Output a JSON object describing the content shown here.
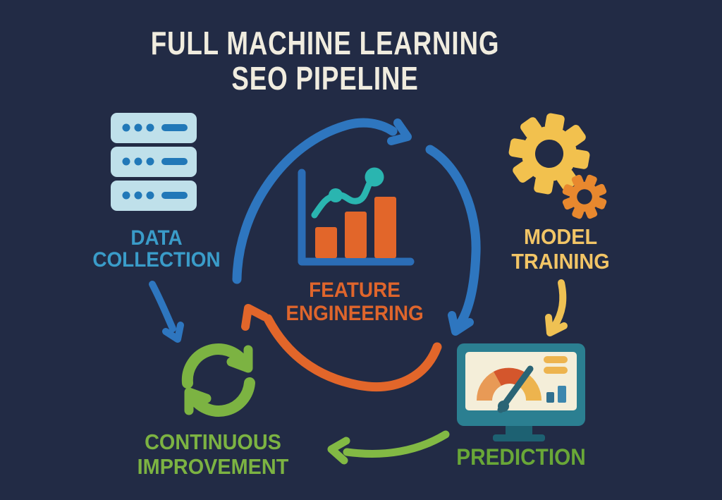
{
  "title": {
    "line1": "FULL MACHINE LEARNING",
    "line2": "SEO PIPELINE"
  },
  "nodes": {
    "data_collection": {
      "line1": "DATA",
      "line2": "COLLECTION",
      "icon": "server-stack-icon",
      "label_color": "#3a9cc9"
    },
    "feature_engineering": {
      "line1": "FEATURE",
      "line2": "ENGINEERING",
      "icon": "bar-chart-trend-icon",
      "label_color": "#df652c"
    },
    "model_training": {
      "line1": "MODEL",
      "line2": "TRAINING",
      "icon": "gears-icon",
      "label_color": "#f2c566"
    },
    "prediction": {
      "line1": "PREDICTION",
      "icon": "gauge-monitor-icon",
      "label_color": "#69a737"
    },
    "continuous_improvement": {
      "line1": "CONTINUOUS",
      "line2": "IMPROVEMENT",
      "icon": "cycle-arrows-icon",
      "label_color": "#7cb342"
    }
  },
  "cycle_sequence": [
    "DATA COLLECTION",
    "FEATURE ENGINEERING",
    "MODEL TRAINING",
    "PREDICTION",
    "CONTINUOUS IMPROVEMENT"
  ],
  "arrows": [
    {
      "name": "central-cycle-arc-top",
      "color": "#2e76bf"
    },
    {
      "name": "central-cycle-arc-right",
      "color": "#2e76bf"
    },
    {
      "name": "central-cycle-arc-bottom",
      "color": "#e2662a"
    },
    {
      "name": "data-collection-to-cycle-arrow",
      "color": "#2e76bf"
    },
    {
      "name": "model-training-to-prediction-arrow",
      "color": "#efc153"
    },
    {
      "name": "prediction-to-continuous-improvement-arrow",
      "color": "#82b944"
    }
  ],
  "colors": {
    "background": "#222b45",
    "title_text": "#f0ecdf",
    "blue_arc": "#2e76bf",
    "orange_arc": "#e2662a",
    "axis_blue": "#2b6db6",
    "trend_teal": "#2ab5b0",
    "bar_orange": "#e2662a",
    "server_body": "#bfe0ea",
    "server_detail": "#2178b8",
    "gear_large": "#f2c14e",
    "gear_small": "#e8882e",
    "monitor_frame": "#2b7f91",
    "monitor_stand": "#1d6172",
    "monitor_screen": "#f4eed9",
    "gauge_left": "#e89a56",
    "gauge_mid": "#d4562c",
    "gauge_right": "#edb44e",
    "gauge_needle": "#2a6475",
    "screen_bar_yellow": "#edb44e",
    "screen_minibar_dark": "#31708f",
    "screen_minibar_light": "#3d87ae",
    "green_cycle": "#7cb342",
    "green_arrow": "#82b944",
    "yellow_arrow": "#efc153"
  }
}
